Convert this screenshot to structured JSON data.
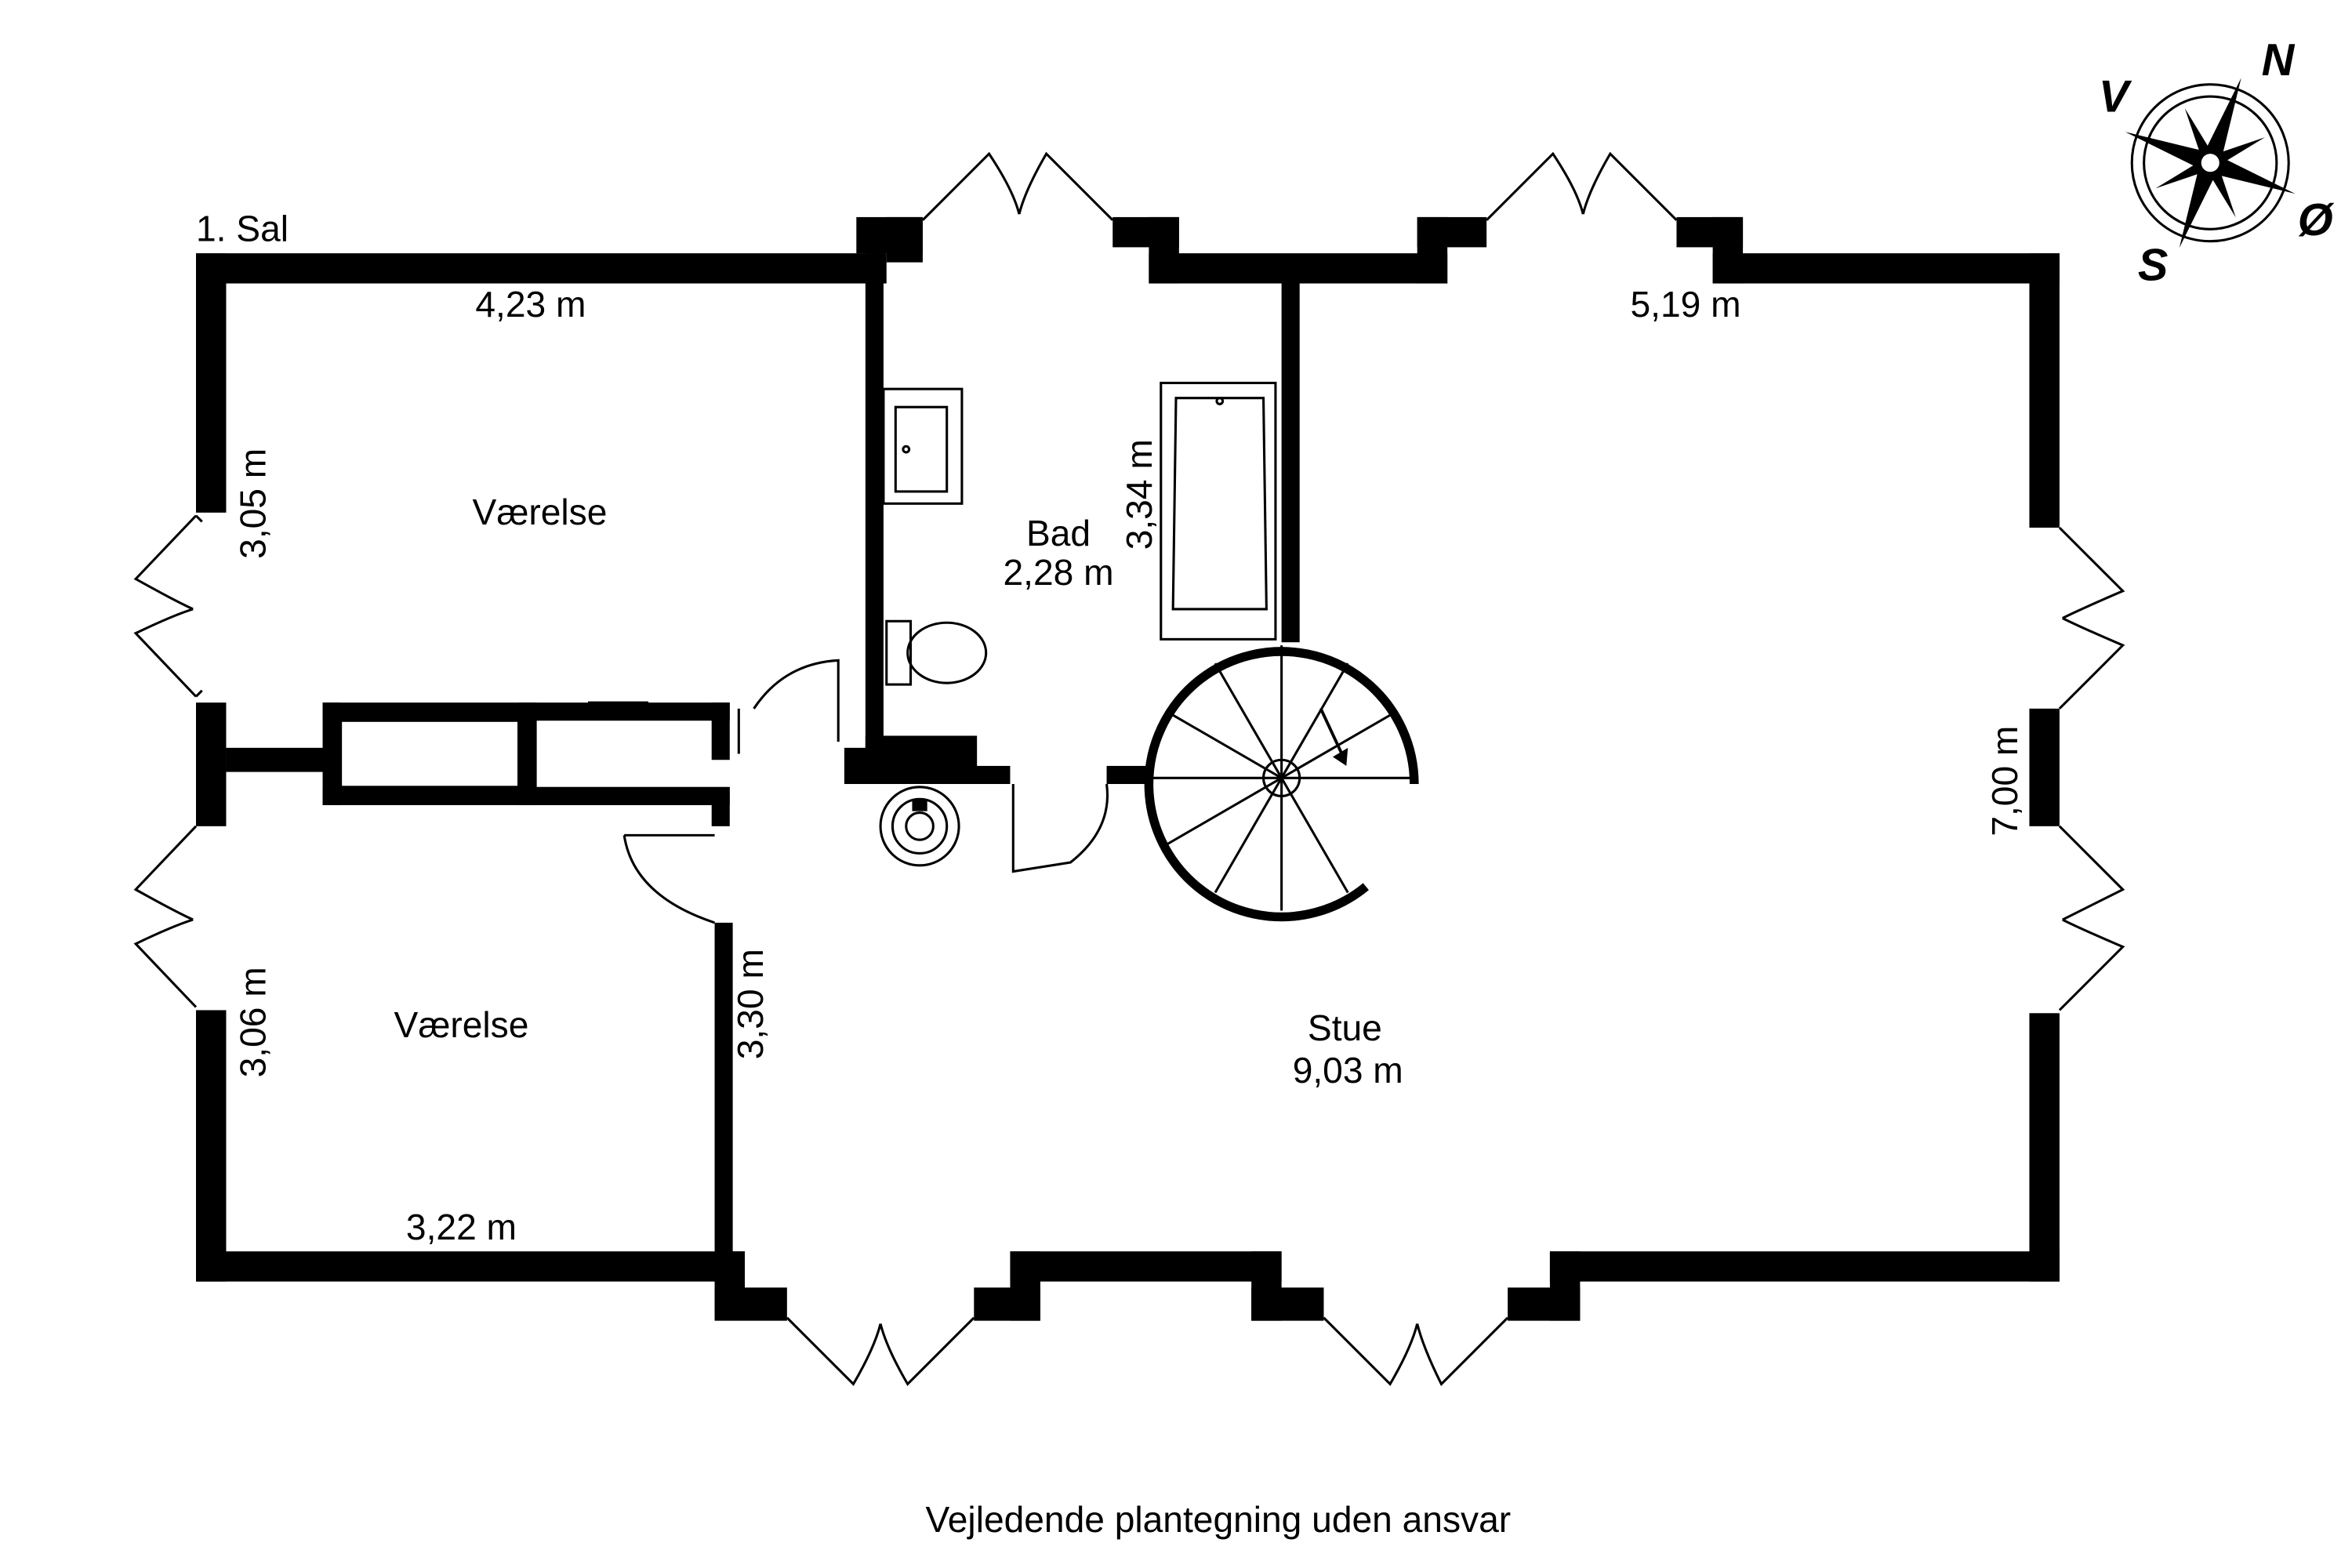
{
  "floor_label": "1. Sal",
  "rooms": {
    "vaerelse_top": {
      "name": "Værelse",
      "width": "4,23 m",
      "depth": "3,05 m"
    },
    "vaerelse_bottom": {
      "name": "Værelse",
      "width": "3,22 m",
      "depth": "3,06 m"
    },
    "bad": {
      "name": "Bad",
      "width": "2,28 m",
      "depth": "3,34 m"
    },
    "stue": {
      "name": "Stue",
      "width": "9,03 m",
      "depth": "7,00 m",
      "top_width": "5,19 m",
      "left_depth": "3,30 m"
    }
  },
  "compass": {
    "north": "N",
    "east": "Ø",
    "south": "S",
    "west": "V",
    "icon": "compass-rose-icon"
  },
  "footer": "Vejledende plantegning uden ansvar"
}
